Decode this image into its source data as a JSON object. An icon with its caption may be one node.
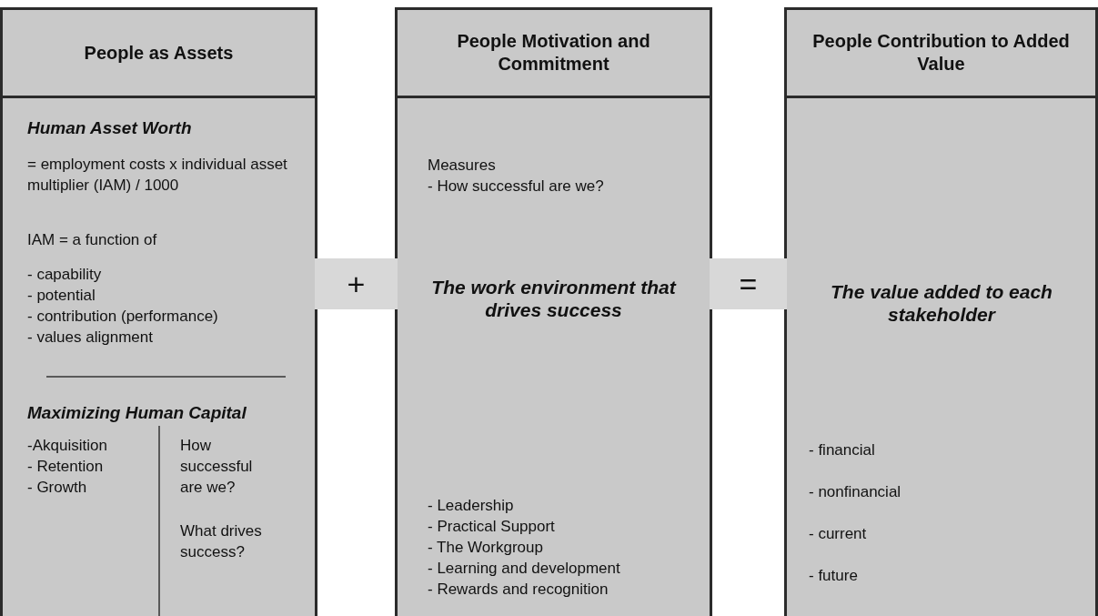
{
  "diagram": {
    "nodes": [
      {
        "text": [
          "People as Assets",
          "Human Asset Worth",
          "= employment costs x individual asset multiplier (IAM) / 1000",
          "IAM = a function of",
          "- capability",
          "- potential",
          "- contribution (performance)",
          "- values alignment",
          "Maximizing Human Capital",
          "-Akquisition",
          "- Retention",
          "- Growth",
          "How successful are we?",
          "What drives success?"
        ]
      },
      {
        "text": [
          "+"
        ]
      },
      {
        "text": [
          "People Motivation and Commitment",
          "Measures",
          "- How successful are we?",
          "The work environment that drives success",
          "- Leadership",
          "- Practical Support",
          "- The Workgroup",
          "- Learning and development",
          "- Rewards and recognition"
        ]
      },
      {
        "text": [
          "="
        ]
      },
      {
        "text": [
          "People Contribution to Added Value",
          "The value added to each stakeholder",
          "- financial",
          "- nonfinancial",
          "- current",
          "- future"
        ]
      }
    ]
  }
}
